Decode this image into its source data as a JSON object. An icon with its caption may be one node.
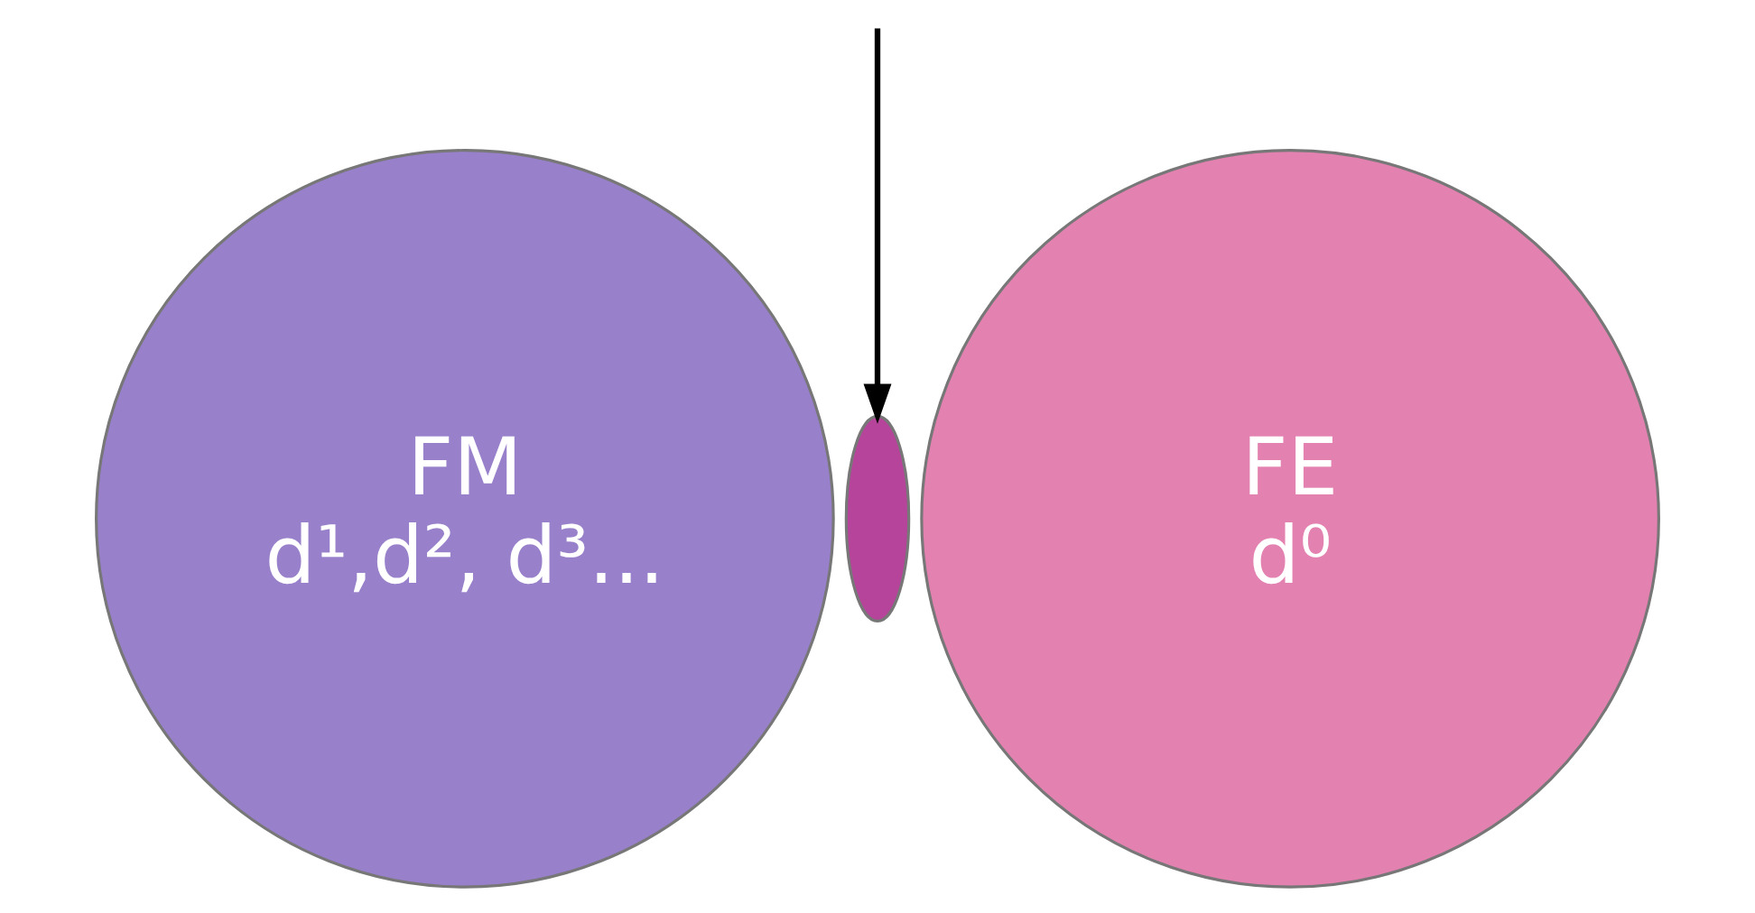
{
  "diagram": {
    "nodes": [
      {
        "text": [
          "FM",
          "d¹,d², d³..."
        ]
      },
      {
        "text": [
          "FE",
          "d⁰"
        ]
      },
      {
        "text": [],
        "shape": "lens"
      }
    ],
    "edges": [
      {
        "from": null,
        "to": 2,
        "arrow": "to"
      }
    ]
  }
}
